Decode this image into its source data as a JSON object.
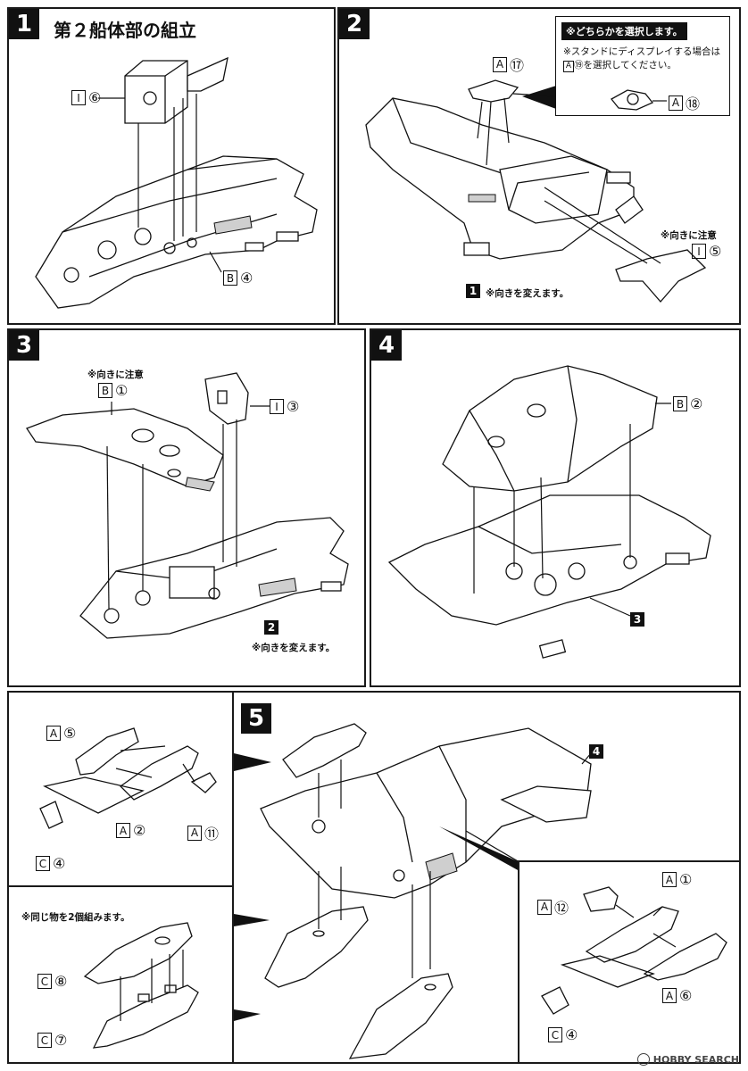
{
  "step1": {
    "num": "1",
    "title": "第２船体部の組立",
    "parts": [
      {
        "box": "I",
        "num": "⑥"
      },
      {
        "box": "B",
        "num": "④"
      }
    ]
  },
  "step2": {
    "num": "2",
    "choice_heading": "※どちらかを選択します。",
    "choice_text1": "※スタンドにディスプレイする場合は",
    "choice_text2_box": "A",
    "choice_text2_num": "⑲",
    "choice_text2_suffix": "を選択してください。",
    "parts": [
      {
        "box": "A",
        "num": "⑰"
      },
      {
        "box": "A",
        "num": "⑱"
      },
      {
        "box": "I",
        "num": "⑤"
      }
    ],
    "orient_note": "※向きに注意",
    "ref_badge": "1",
    "ref_note": "※向きを変えます。"
  },
  "step3": {
    "num": "3",
    "orient_note": "※向きに注意",
    "parts": [
      {
        "box": "B",
        "num": "①"
      },
      {
        "box": "I",
        "num": "③"
      }
    ],
    "ref_badge": "2",
    "ref_note": "※向きを変えます。"
  },
  "step4": {
    "num": "4",
    "parts": [
      {
        "box": "B",
        "num": "②"
      }
    ],
    "ref_badge": "3"
  },
  "sub_left": {
    "parts": [
      {
        "box": "A",
        "num": "⑤"
      },
      {
        "box": "A",
        "num": "②"
      },
      {
        "box": "A",
        "num": "⑪"
      },
      {
        "box": "C",
        "num": "④"
      }
    ]
  },
  "sub_bottom": {
    "note": "※同じ物を2個組みます。",
    "parts": [
      {
        "box": "C",
        "num": "⑧"
      },
      {
        "box": "C",
        "num": "⑦"
      }
    ]
  },
  "step5": {
    "num": "5",
    "ref_badge": "4",
    "parts": [
      {
        "box": "A",
        "num": "①"
      },
      {
        "box": "A",
        "num": "⑫"
      },
      {
        "box": "A",
        "num": "⑥"
      },
      {
        "box": "C",
        "num": "④"
      }
    ]
  },
  "watermark": "HOBBY SEARCH"
}
